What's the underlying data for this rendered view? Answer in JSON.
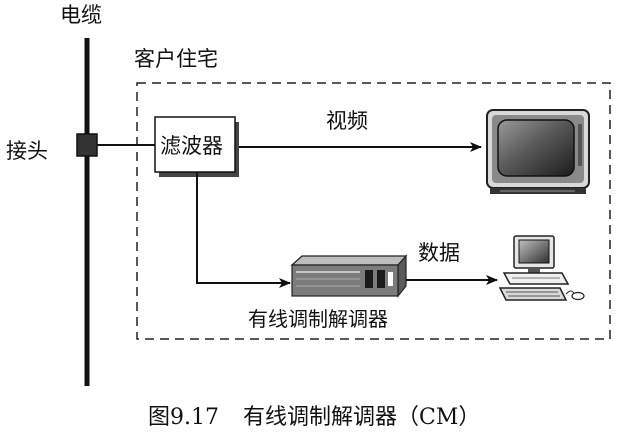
{
  "labels": {
    "cable": "电缆",
    "tap": "接头",
    "customer_premises": "客户住宅",
    "filter": "滤波器",
    "video": "视频",
    "data": "数据",
    "cable_modem": "有线调制解调器"
  },
  "caption": {
    "figure_number": "图9.17",
    "title": "有线调制解调器（CM）"
  },
  "colors": {
    "line": "#111111",
    "tap_fill": "#333333",
    "premises_border": "#222222"
  },
  "icons": {
    "tv": "tv-icon",
    "computer": "computer-icon",
    "modem": "modem-icon"
  }
}
